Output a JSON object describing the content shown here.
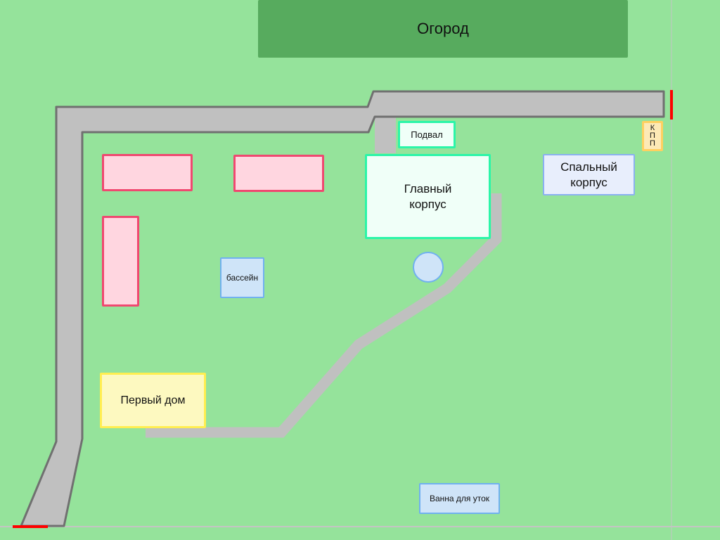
{
  "labels": {
    "garden": "Огород",
    "basement": "Подвал",
    "main_building": "Главный корпус",
    "dormitory": "Спальный корпус",
    "checkpoint": "КПП",
    "pool": "бассейн",
    "first_house": "Первый дом",
    "duck_bath": "Ванна для уток"
  },
  "colors": {
    "grass": "#95e39b",
    "garden": "#57ab5e",
    "road": "#c0c0c0",
    "road_edge": "#707070",
    "gate": "#ff0000"
  }
}
